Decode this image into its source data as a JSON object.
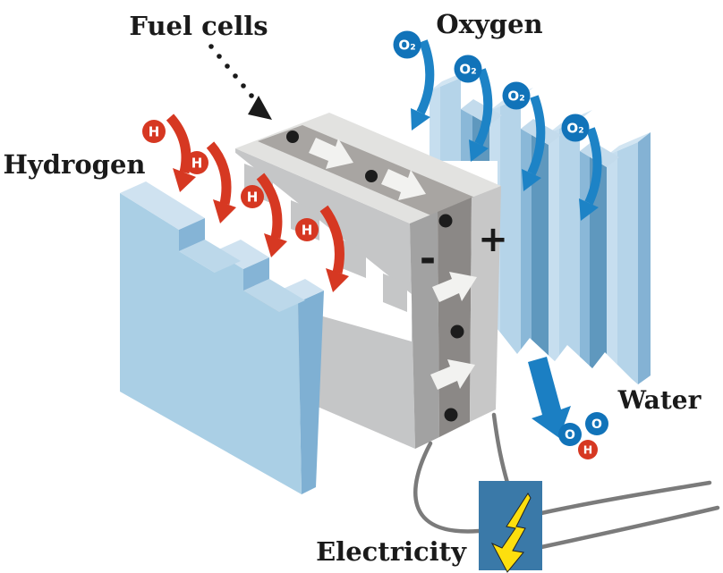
{
  "labels": {
    "fuel_cells": "Fuel cells",
    "hydrogen": "Hydrogen",
    "oxygen": "Oxygen",
    "water": "Water",
    "electricity": "Electricity"
  },
  "terminals": {
    "minus": "-",
    "plus": "+"
  },
  "particles": {
    "hydrogen_ion": "H",
    "oxygen_molecule": "O₂"
  },
  "water_molecule": {
    "oxygen_left": "O",
    "oxygen_right": "O",
    "hydrogen": "H"
  },
  "colors": {
    "hydrogen_red": "#d63822",
    "oxygen_badge_blue": "#1173b9",
    "flow_arrow_blue": "#1d83c6",
    "electrode_blue_light": "#aacfe5",
    "electrode_blue_dark": "#5f98be",
    "stack_gray_light": "#e2e2e0",
    "stack_gray_dark": "#8b8886",
    "electricity_box_blue": "#3a79a8",
    "lightning_yellow": "#fddf0e",
    "wire_gray": "#7b7b7b",
    "text_black": "#1a1a1a"
  }
}
